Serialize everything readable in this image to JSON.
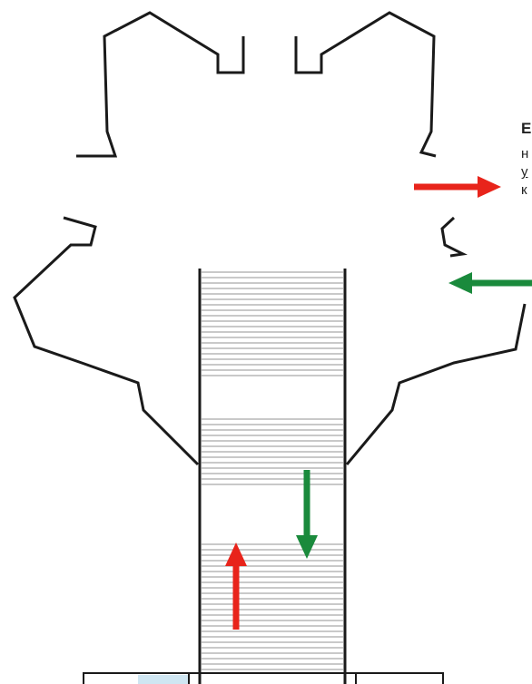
{
  "callout": {
    "title": "E",
    "lines": [
      "н",
      "у",
      "к"
    ]
  },
  "colors": {
    "outline": "#1a1a1a",
    "tube_line": "#a9a9a9",
    "red_arrow": "#e8241b",
    "green_arrow": "#1a8a3c",
    "base_fill": "#cfe6f2"
  },
  "arrows": [
    {
      "id": "outflow-top-right",
      "color": "red",
      "direction": "right"
    },
    {
      "id": "inflow-right",
      "color": "green",
      "direction": "left"
    },
    {
      "id": "tube-down",
      "color": "green",
      "direction": "down"
    },
    {
      "id": "tube-up",
      "color": "red",
      "direction": "up"
    }
  ]
}
